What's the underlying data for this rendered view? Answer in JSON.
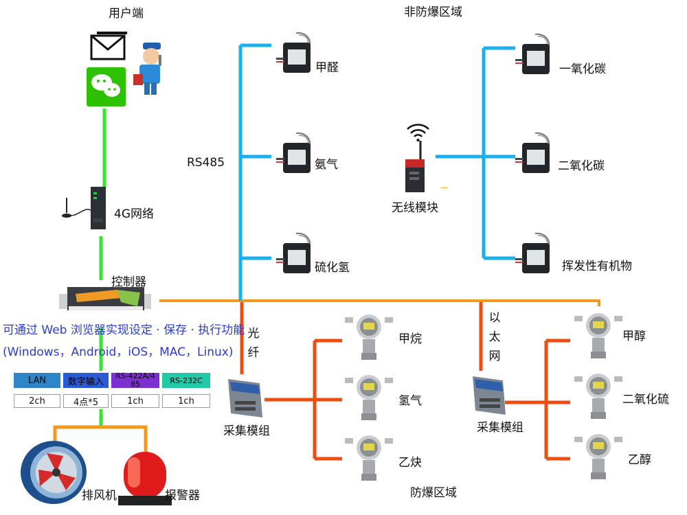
{
  "labels": {
    "user_end": "用户端",
    "non_explosion_zone": "非防爆区域",
    "explosion_zone": "防爆区域",
    "rs485": "RS485",
    "network_4g": "4G网络",
    "controller": "控制器",
    "wireless_module": "无线模块",
    "fiber": "光纤",
    "ethernet": "以太网",
    "acq_module_1": "采集模组",
    "acq_module_2": "采集模组",
    "exhaust_fan": "排风机",
    "alarm": "报警器"
  },
  "note": {
    "line1": "可通过 Web 浏览器实现设定 · 保存 · 执行功能",
    "line2": "(Windows，Android，iOS，MAC，Linux)"
  },
  "sensors_rs485": [
    "甲醛",
    "氨气",
    "硫化氢"
  ],
  "sensors_wireless": [
    "一氧化碳",
    "二氧化碳",
    "挥发性有机物"
  ],
  "sensors_fiber": [
    "甲烷",
    "氢气",
    "乙炔"
  ],
  "sensors_ethernet": [
    "甲醇",
    "二氧化硫",
    "乙醇"
  ],
  "ports": [
    {
      "name": "LAN",
      "count": "2ch",
      "color": "#2e86c9"
    },
    {
      "name": "数字输入",
      "count": "4点*5",
      "color": "#2a5bd6"
    },
    {
      "name": "RS-422A/485",
      "count": "1ch",
      "color": "#7d2fd0"
    },
    {
      "name": "RS-232C",
      "count": "1ch",
      "color": "#22c9a8"
    }
  ],
  "colors": {
    "green": "#33e62e",
    "cyan": "#1ab0ee",
    "orange": "#f39a1e",
    "red_orange": "#ee4d12"
  }
}
